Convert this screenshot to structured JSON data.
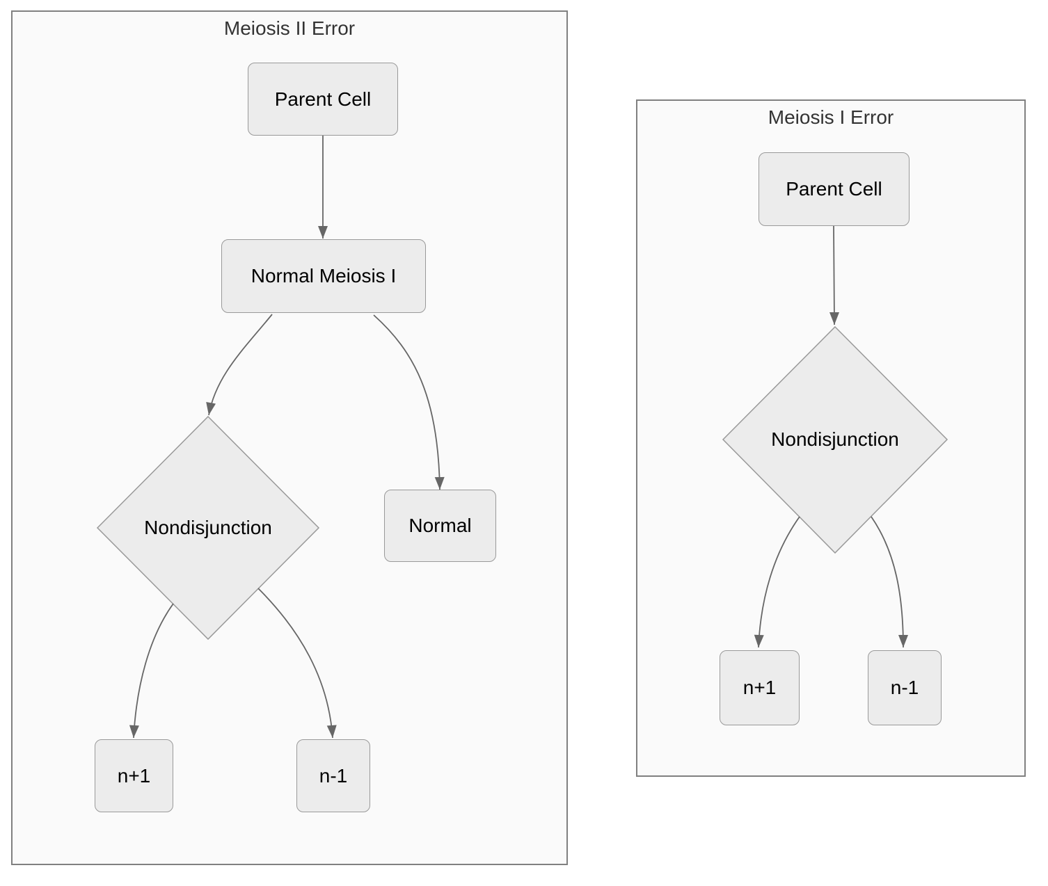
{
  "colors": {
    "page_bg": "#ffffff",
    "cluster_fill": "#fafafa",
    "cluster_border": "#808080",
    "node_fill": "#ececec",
    "node_border": "#999999",
    "edge_color": "#666666",
    "title_text": "#333333",
    "node_text": "#000000"
  },
  "diagram": {
    "type": "flowchart",
    "panels": [
      {
        "title": "Meiosis II Error",
        "nodes": {
          "parent": {
            "label": "Parent Cell",
            "shape": "rect"
          },
          "meiosis1": {
            "label": "Normal Meiosis I",
            "shape": "rect"
          },
          "nondisjunction": {
            "label": "Nondisjunction",
            "shape": "diamond"
          },
          "normal": {
            "label": "Normal",
            "shape": "rect"
          },
          "n_plus": {
            "label": "n+1",
            "shape": "rect"
          },
          "n_minus": {
            "label": "n-1",
            "shape": "rect"
          }
        },
        "edges": [
          {
            "from": "Parent Cell",
            "to": "Normal Meiosis I"
          },
          {
            "from": "Normal Meiosis I",
            "to": "Nondisjunction"
          },
          {
            "from": "Normal Meiosis I",
            "to": "Normal"
          },
          {
            "from": "Nondisjunction",
            "to": "n+1"
          },
          {
            "from": "Nondisjunction",
            "to": "n-1"
          }
        ]
      },
      {
        "title": "Meiosis I Error",
        "nodes": {
          "parent": {
            "label": "Parent Cell",
            "shape": "rect"
          },
          "nondisjunction": {
            "label": "Nondisjunction",
            "shape": "diamond"
          },
          "n_plus": {
            "label": "n+1",
            "shape": "rect"
          },
          "n_minus": {
            "label": "n-1",
            "shape": "rect"
          }
        },
        "edges": [
          {
            "from": "Parent Cell",
            "to": "Nondisjunction"
          },
          {
            "from": "Nondisjunction",
            "to": "n+1"
          },
          {
            "from": "Nondisjunction",
            "to": "n-1"
          }
        ]
      }
    ]
  }
}
